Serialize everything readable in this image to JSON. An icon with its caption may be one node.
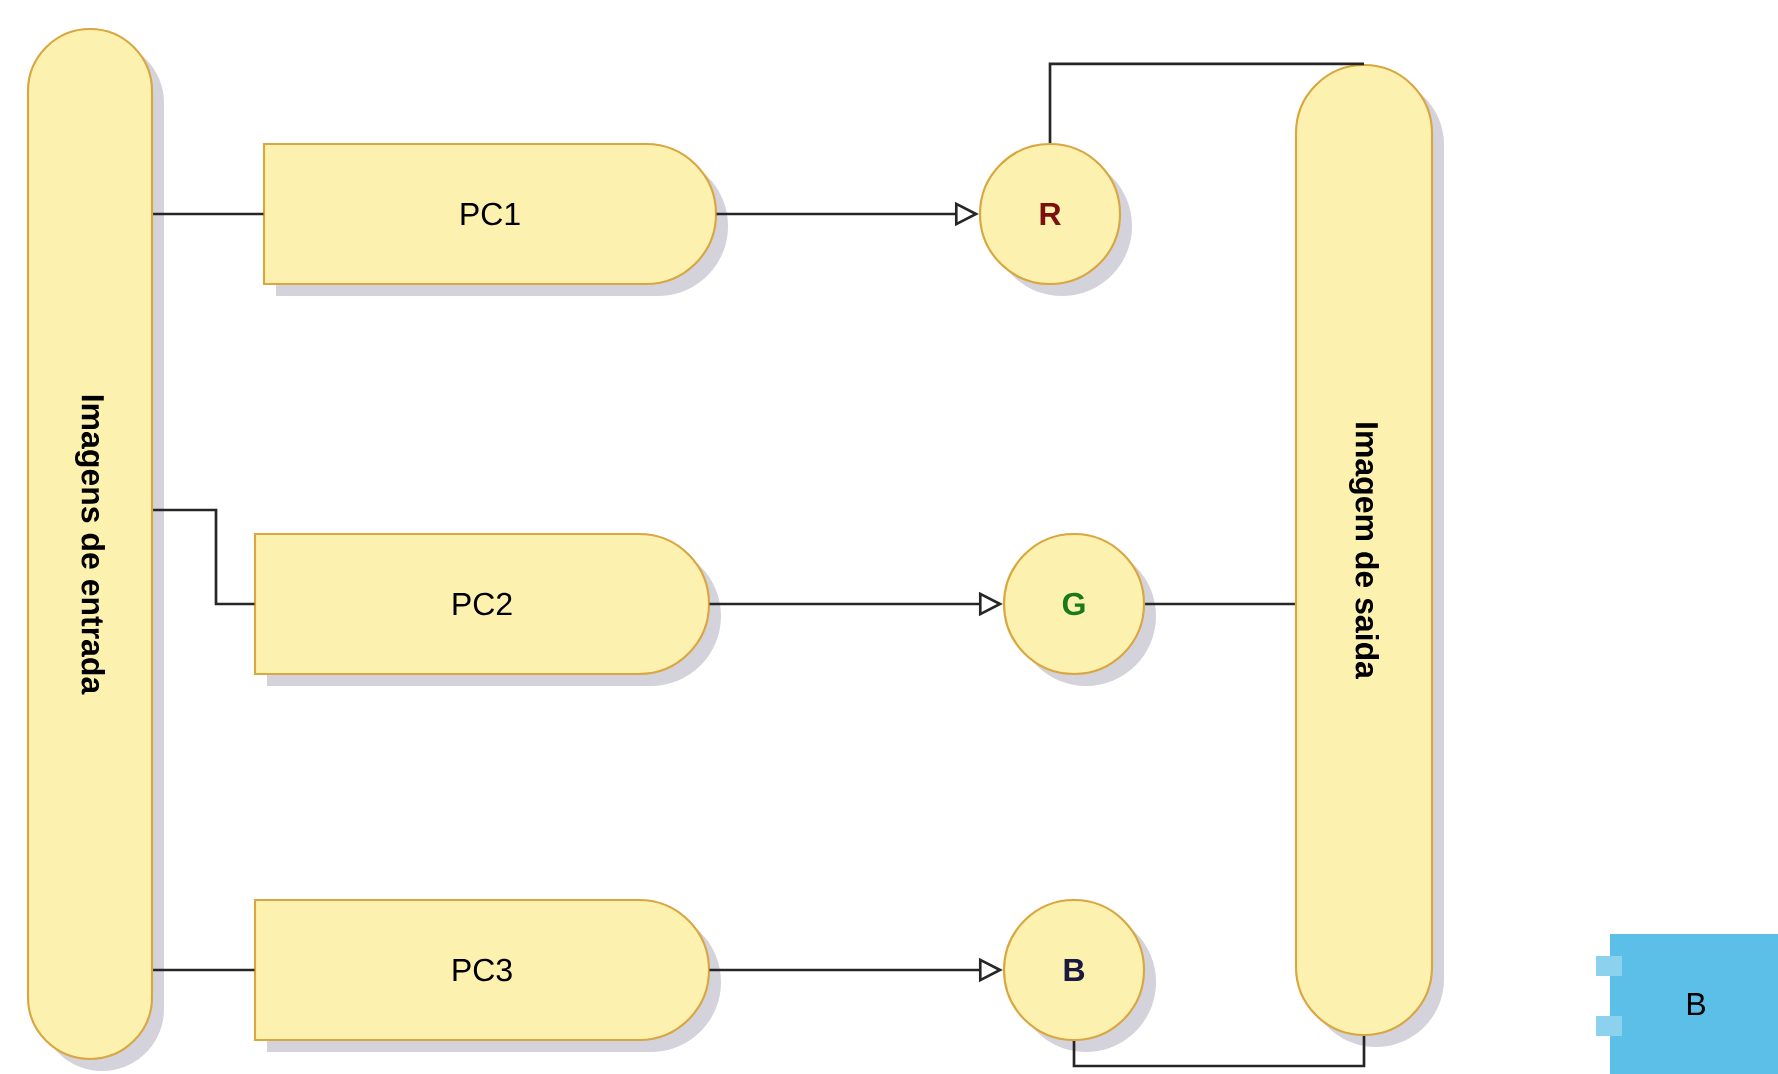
{
  "diagram": {
    "nodes": [
      {
        "text": [
          "Imagens de entrada"
        ]
      },
      {
        "text": [
          "PC1"
        ]
      },
      {
        "text": [
          "PC2"
        ]
      },
      {
        "text": [
          "PC3"
        ]
      },
      {
        "text": [
          "R"
        ]
      },
      {
        "text": [
          "G"
        ]
      },
      {
        "text": [
          "B"
        ]
      },
      {
        "text": [
          "Imagem de saida"
        ]
      },
      {
        "text": [
          "B"
        ]
      }
    ],
    "edges": [
      {
        "from": 0,
        "to": 1,
        "arrow": "none"
      },
      {
        "from": 0,
        "to": 2,
        "arrow": "none"
      },
      {
        "from": 0,
        "to": 3,
        "arrow": "none"
      },
      {
        "from": 1,
        "to": 4,
        "arrow": "to"
      },
      {
        "from": 2,
        "to": 5,
        "arrow": "to"
      },
      {
        "from": 3,
        "to": 6,
        "arrow": "to"
      },
      {
        "from": 4,
        "to": 7,
        "arrow": "none"
      },
      {
        "from": 5,
        "to": 7,
        "arrow": "none"
      },
      {
        "from": 6,
        "to": 7,
        "arrow": "none"
      }
    ]
  }
}
